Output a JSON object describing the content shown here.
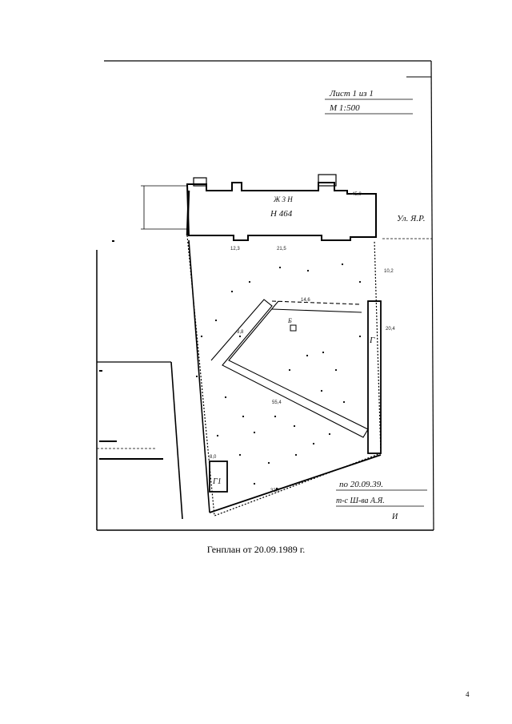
{
  "document": {
    "caption": "Генплан от 20.09.1989 г.",
    "page_number": "4"
  },
  "plan": {
    "title_block": {
      "line1": "Лист 1 из 1",
      "line2": "М 1:500"
    },
    "building_label": "Ж 3 Н",
    "building_number": "Н 464",
    "street_label": "Ул. Я.Р.",
    "date_line": "по 20.09.39.",
    "author_line": "т-с Ш-ва А.Я.",
    "letter_b": "Б",
    "letter_g1": "Г1",
    "letter_g2": "Г",
    "letter_i": "И",
    "small_dims": [
      "12,3",
      "21,5",
      "45,0",
      "32,1",
      "10,2",
      "20,4",
      "14,6",
      "9,8",
      "55,4",
      "8,0"
    ]
  }
}
